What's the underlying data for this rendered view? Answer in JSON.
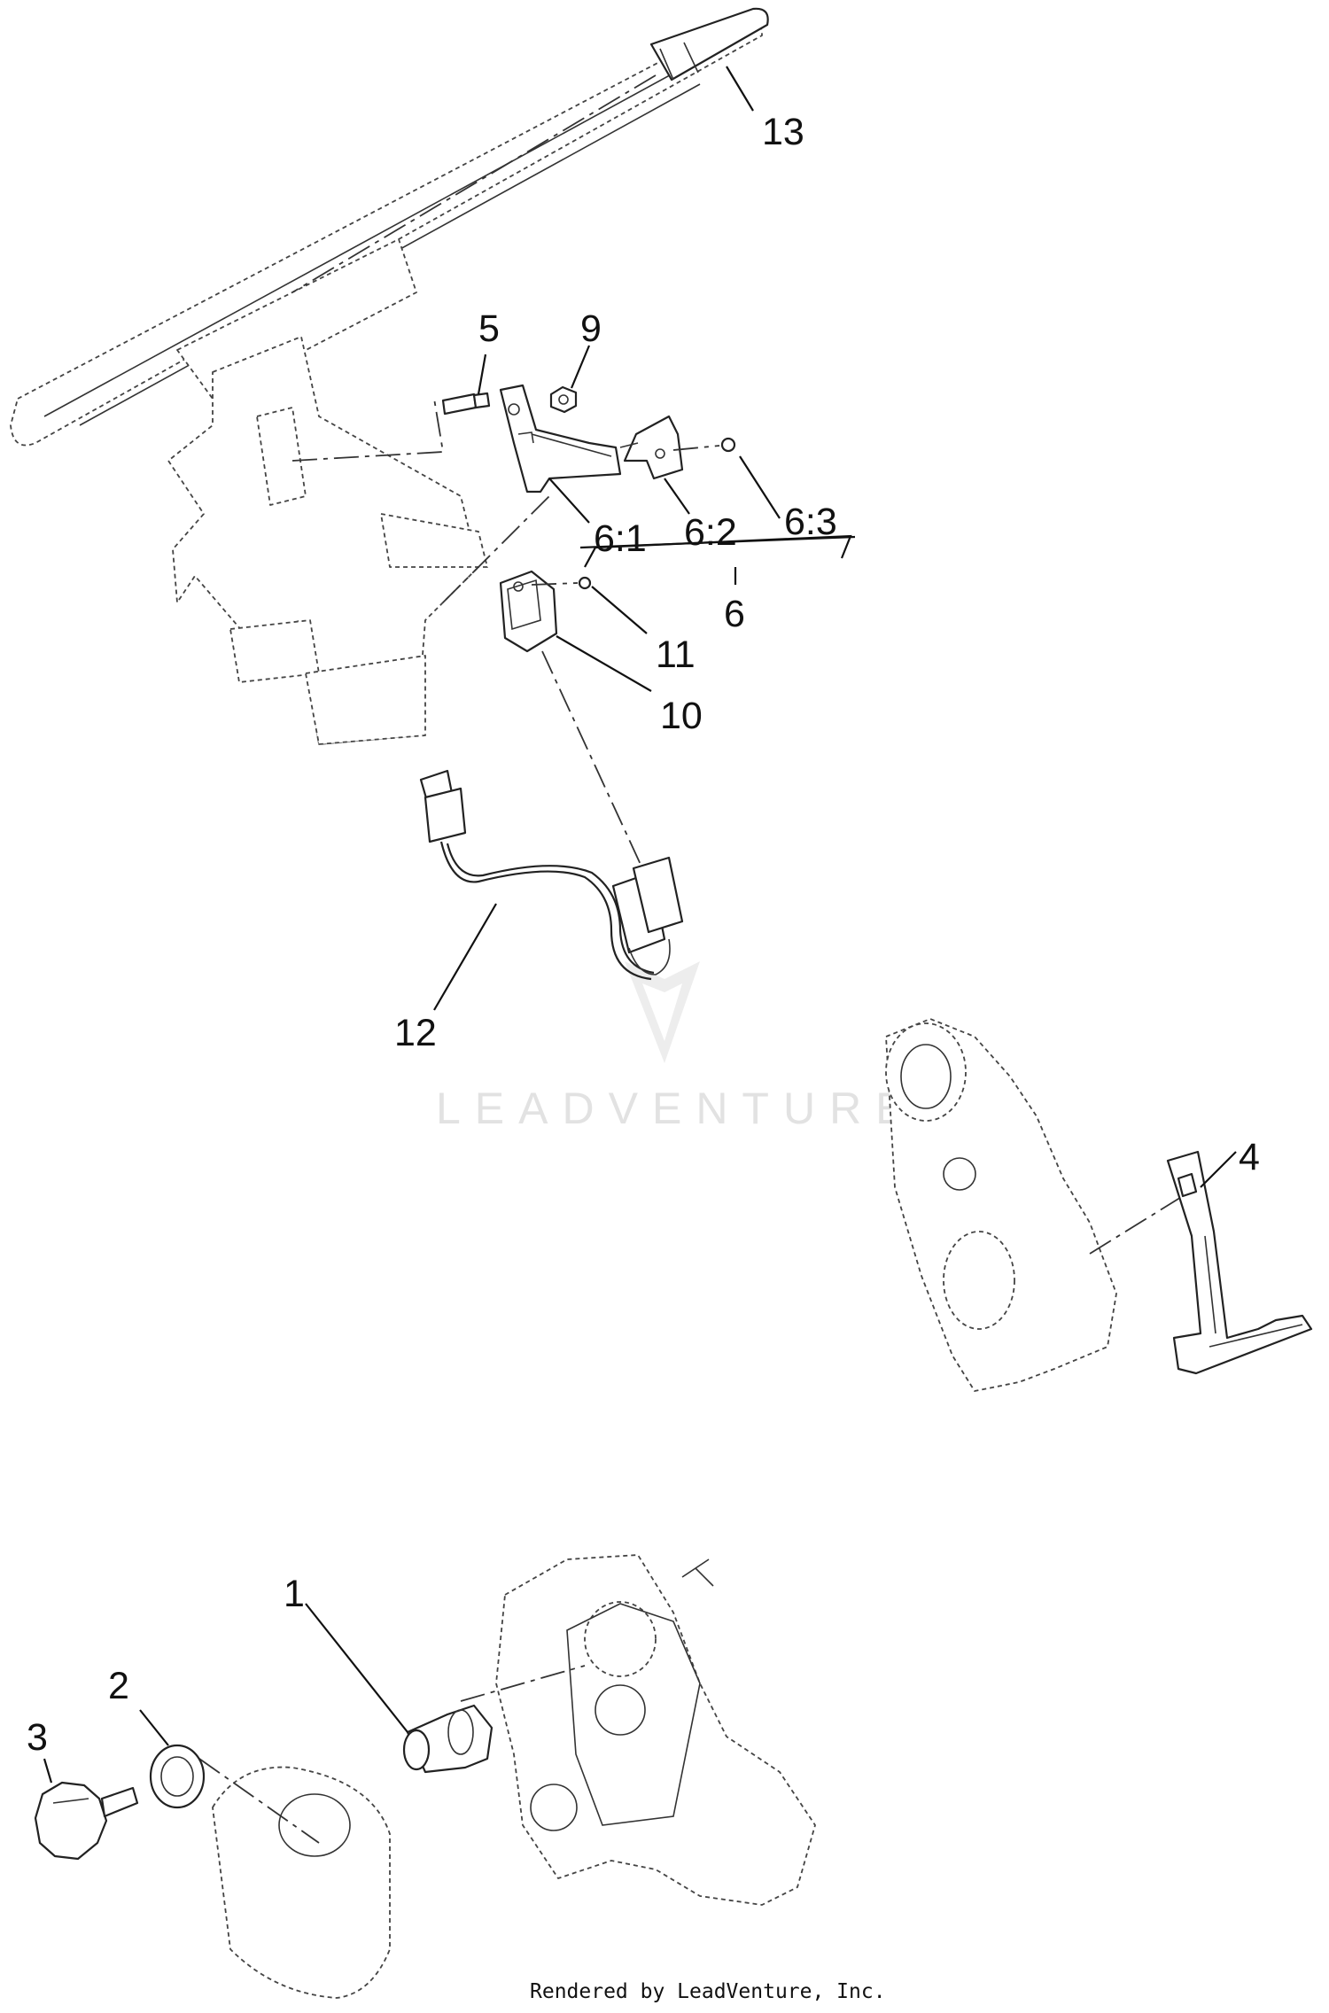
{
  "callouts": {
    "c13": "13",
    "c5": "5",
    "c9": "9",
    "c6_1": "6:1",
    "c6_2": "6:2",
    "c6_3": "6:3",
    "c6": "6",
    "c11": "11",
    "c10": "10",
    "c12": "12",
    "c4": "4",
    "c1": "1",
    "c2": "2",
    "c3": "3"
  },
  "watermark": "LEADVENTURE",
  "footer": "Rendered by LeadVenture, Inc."
}
